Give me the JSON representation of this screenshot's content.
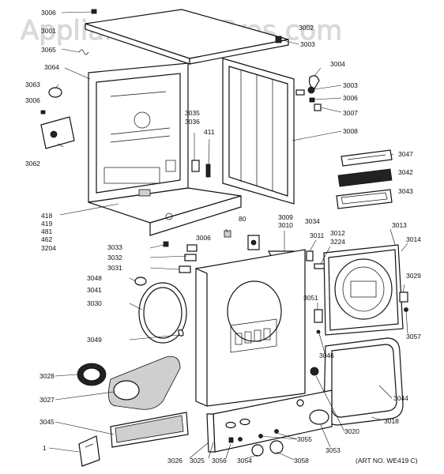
{
  "watermark": "AppliancePartsPros.com",
  "art_number": "(ART NO. WE419 C)",
  "labels": {
    "l3006a": "3006",
    "l3001": "3001",
    "l3002": "3002",
    "l3003a": "3003",
    "l3065": "3065",
    "l3064": "3064",
    "l3063": "3063",
    "l3006b": "3006",
    "l3062": "3062",
    "l3035": "3035",
    "l3036": "3036",
    "l411": "411",
    "l3004": "3004",
    "l3003b": "3003",
    "l3006c": "3006",
    "l3007": "3007",
    "l3008": "3008",
    "l3047": "3047",
    "l3042": "3042",
    "l3043": "3043",
    "l418": "418",
    "l419": "419",
    "l481": "481",
    "l462": "462",
    "l3204": "3204",
    "l80": "80",
    "l3009": "3009",
    "l3010": "3010",
    "l3034": "3034",
    "l3011": "3011",
    "l3012": "3012",
    "l3224": "3224",
    "l3013": "3013",
    "l3014": "3014",
    "l3033": "3033",
    "l3006d": "3006",
    "l3032": "3032",
    "l3031": "3031",
    "l3048": "3048",
    "l3041": "3041",
    "l3030": "3030",
    "l3029": "3029",
    "l3051": "3051",
    "l3057": "3057",
    "l3049": "3049",
    "l3046": "3046",
    "l3028": "3028",
    "l3044": "3044",
    "l3027": "3027",
    "l3018": "3018",
    "l3045": "3045",
    "l3020": "3020",
    "l1": "1",
    "l3055": "3055",
    "l3053": "3053",
    "l3026": "3026",
    "l3025": "3025",
    "l3056": "3056",
    "l3054": "3054",
    "l3058": "3058"
  }
}
